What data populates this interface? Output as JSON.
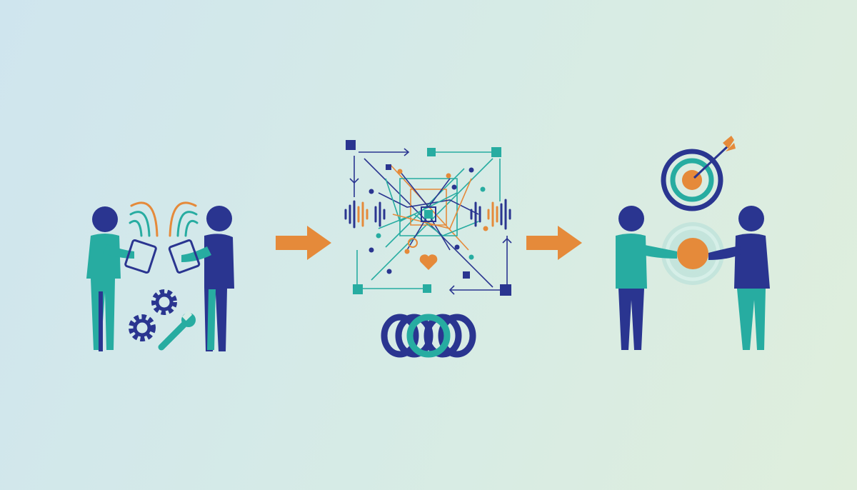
{
  "colors": {
    "navy": "#2a3590",
    "teal": "#27aca1",
    "orange": "#e58a3a",
    "pale_teal": "#bfe3da"
  },
  "stages": [
    {
      "id": "connect",
      "icons": [
        "person-with-tablet-icon",
        "person-with-tablet-icon",
        "gear-icon",
        "gear-icon",
        "wrench-icon",
        "signal-waves-icon"
      ]
    },
    {
      "id": "process",
      "icons": [
        "circuit-network-icon",
        "heart-icon",
        "sound-wave-icon",
        "interlocking-rings-icon"
      ]
    },
    {
      "id": "outcome",
      "icons": [
        "target-icon",
        "arrow-icon",
        "person-icon",
        "person-icon",
        "shared-orb-icon"
      ]
    }
  ],
  "connectors": [
    "right-arrow-icon",
    "right-arrow-icon"
  ]
}
